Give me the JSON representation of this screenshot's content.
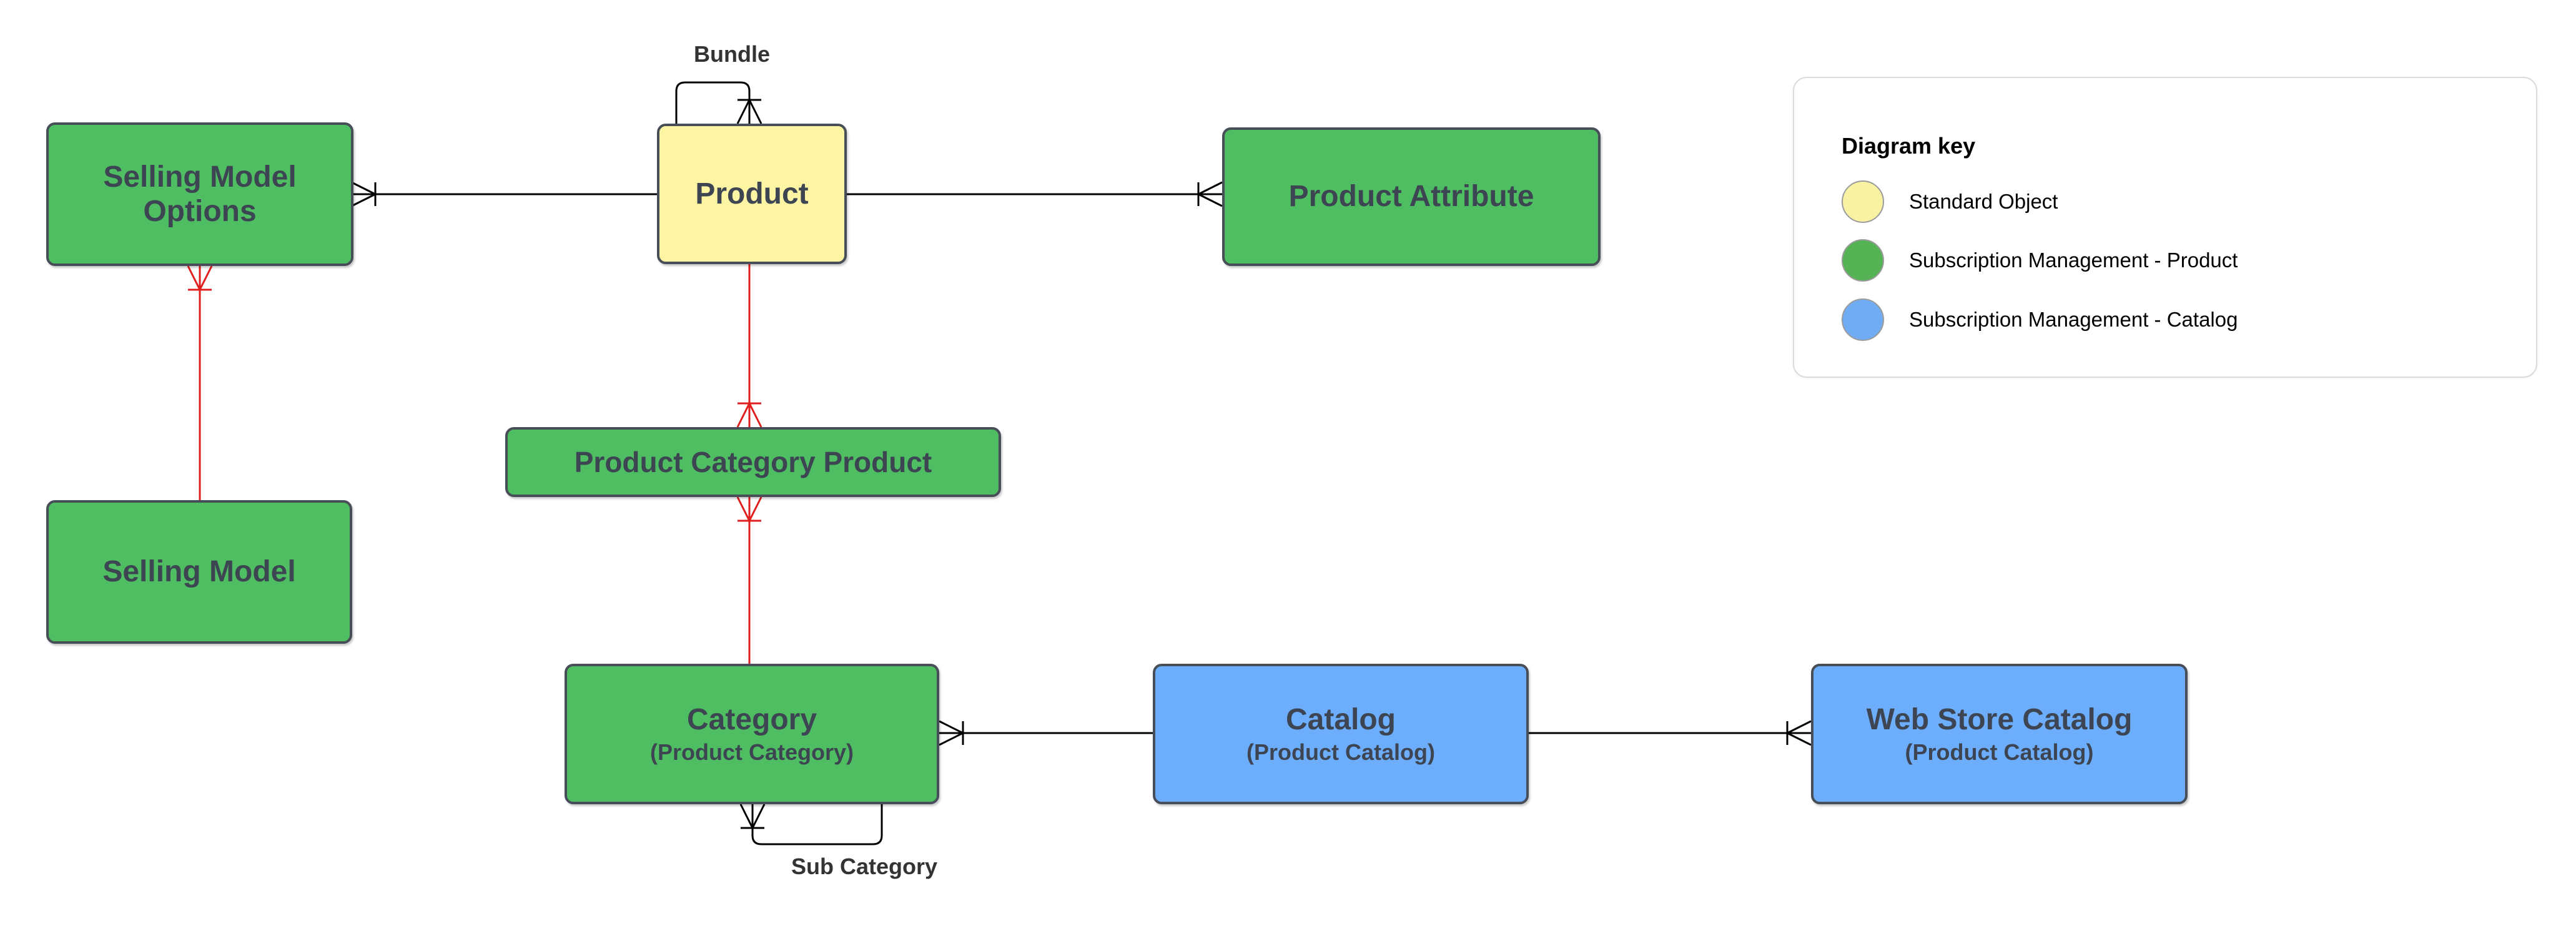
{
  "diagram": {
    "description": "Entity relationship diagram of Subscription Management product and catalog objects"
  },
  "colors": {
    "standard_object_fill": "#FDF5A3",
    "subscription_product_fill": "#4FBD62",
    "subscription_catalog_fill": "#6DAEFC",
    "node_border": "#474E58",
    "node_text": "#3D4552",
    "edge_black": "#000000",
    "edge_red": "#E01E1E",
    "edge_label_text": "#333333"
  },
  "nodes": [
    {
      "id": "selling-model-options",
      "label": "Selling Model Options",
      "sublabel": "",
      "type": "product"
    },
    {
      "id": "product",
      "label": "Product",
      "sublabel": "",
      "type": "standard"
    },
    {
      "id": "product-attribute",
      "label": "Product Attribute",
      "sublabel": "",
      "type": "product"
    },
    {
      "id": "product-category-product",
      "label": "Product Category Product",
      "sublabel": "",
      "type": "product"
    },
    {
      "id": "selling-model",
      "label": "Selling Model",
      "sublabel": "",
      "type": "product"
    },
    {
      "id": "category",
      "label": "Category",
      "sublabel": "(Product Category)",
      "type": "product"
    },
    {
      "id": "catalog",
      "label": "Catalog",
      "sublabel": "(Product Catalog)",
      "type": "catalog"
    },
    {
      "id": "web-store-catalog",
      "label": "Web Store Catalog",
      "sublabel": "(Product Catalog)",
      "type": "catalog"
    }
  ],
  "edge_labels": {
    "bundle": "Bundle",
    "sub_category": "Sub Category"
  },
  "legend": {
    "title": "Diagram key",
    "items": [
      {
        "label": "Standard Object",
        "color": "#F8F2A2"
      },
      {
        "label": "Subscription Management - Product",
        "color": "#55B356"
      },
      {
        "label": "Subscription Management - Catalog",
        "color": "#70ACF3"
      }
    ]
  }
}
